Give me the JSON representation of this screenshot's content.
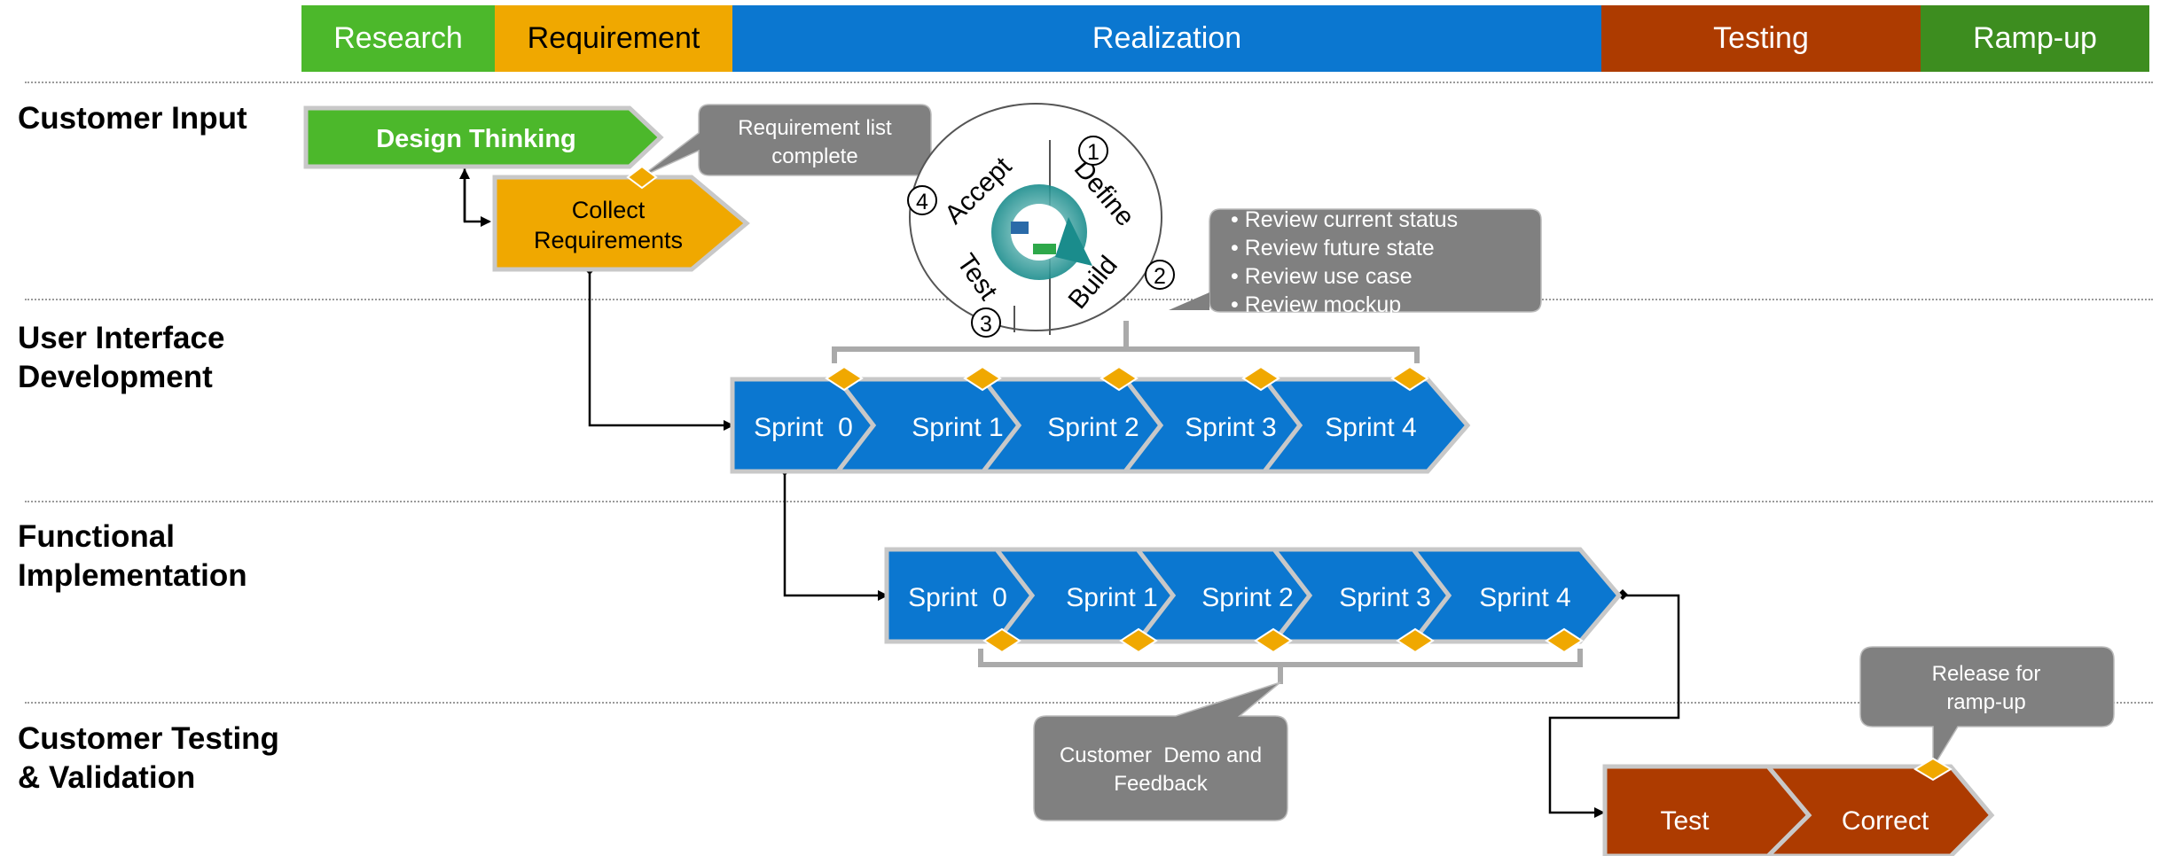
{
  "phases": [
    {
      "label": "Research",
      "color": "#4cb82b"
    },
    {
      "label": "Requirement",
      "color": "#f0a800"
    },
    {
      "label": "Realization",
      "color": "#0b77d0"
    },
    {
      "label": "Testing",
      "color": "#ad3b00"
    },
    {
      "label": "Ramp-up",
      "color": "#3d8d1f"
    }
  ],
  "lanes": {
    "customer_input": "Customer Input",
    "ui_dev_1": "User Interface",
    "ui_dev_2": "Development",
    "func_1": "Functional",
    "func_2": "Implementation",
    "cust_test_1": "Customer Testing",
    "cust_test_2": "& Validation"
  },
  "shapes": {
    "design_thinking": "Design Thinking",
    "collect_1": "Collect",
    "collect_2": "Requirements",
    "test": "Test",
    "correct": "Correct"
  },
  "cycle": {
    "steps": [
      "Define",
      "Build",
      "Test",
      "Accept"
    ],
    "numbers": [
      "1",
      "2",
      "3",
      "4"
    ]
  },
  "ui_sprints": [
    "Sprint  0",
    "Sprint 1",
    "Sprint 2",
    "Sprint 3",
    "Sprint 4"
  ],
  "func_sprints": [
    "Sprint  0",
    "Sprint 1",
    "Sprint 2",
    "Sprint 3",
    "Sprint 4"
  ],
  "callouts": {
    "req_list_1": "Requirement list",
    "req_list_2": "complete",
    "review_items": [
      "Review current status",
      "Review future state",
      "Review use case",
      "Review mockup"
    ],
    "demo_1": "Customer  Demo and",
    "demo_2": "Feedback",
    "release_1": "Release for",
    "release_2": "ramp-up"
  },
  "colors": {
    "sprint_blue": "#0b77d0",
    "milestone": "#f0a800",
    "callout_gray": "#808080",
    "green": "#4cb82b",
    "orange": "#f0a800",
    "rust": "#ad3b00"
  }
}
